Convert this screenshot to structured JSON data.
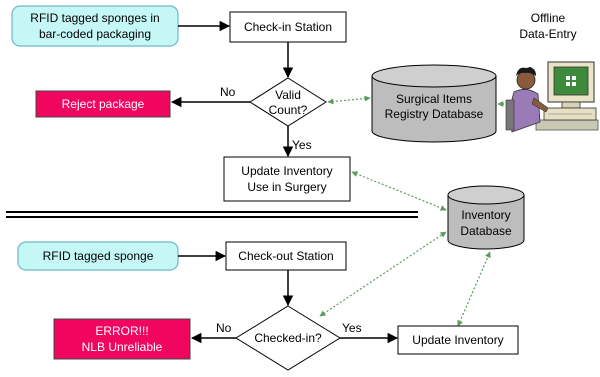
{
  "top": {
    "source_box": [
      "RFID tagged sponges in",
      "bar-coded packaging"
    ],
    "checkin_station": "Check-in Station",
    "decision": [
      "Valid",
      "Count?"
    ],
    "no_label": "No",
    "yes_label": "Yes",
    "reject_box": "Reject package",
    "registry_db": [
      "Surgical Items",
      "Registry Database"
    ],
    "offline_title": [
      "Offline",
      "Data-Entry"
    ],
    "update_use": [
      "Update Inventory",
      "Use in Surgery"
    ]
  },
  "bottom": {
    "source_box": "RFID tagged sponge",
    "checkout_station": "Check-out Station",
    "decision": "Checked-in?",
    "no_label": "No",
    "yes_label": "Yes",
    "error_box": [
      "ERROR!!!",
      "NLB Unreliable"
    ],
    "update_box": "Update Inventory"
  },
  "inventory_db": [
    "Inventory",
    "Database"
  ],
  "colors": {
    "source_fill": "#c6f7f7",
    "source_stroke": "#6fb8c8",
    "error_fill": "#f0055f",
    "db_fill": "#bdbdbd",
    "dotted_link": "#5a9a5a"
  },
  "icons": {
    "person": "person-at-computer-icon"
  }
}
